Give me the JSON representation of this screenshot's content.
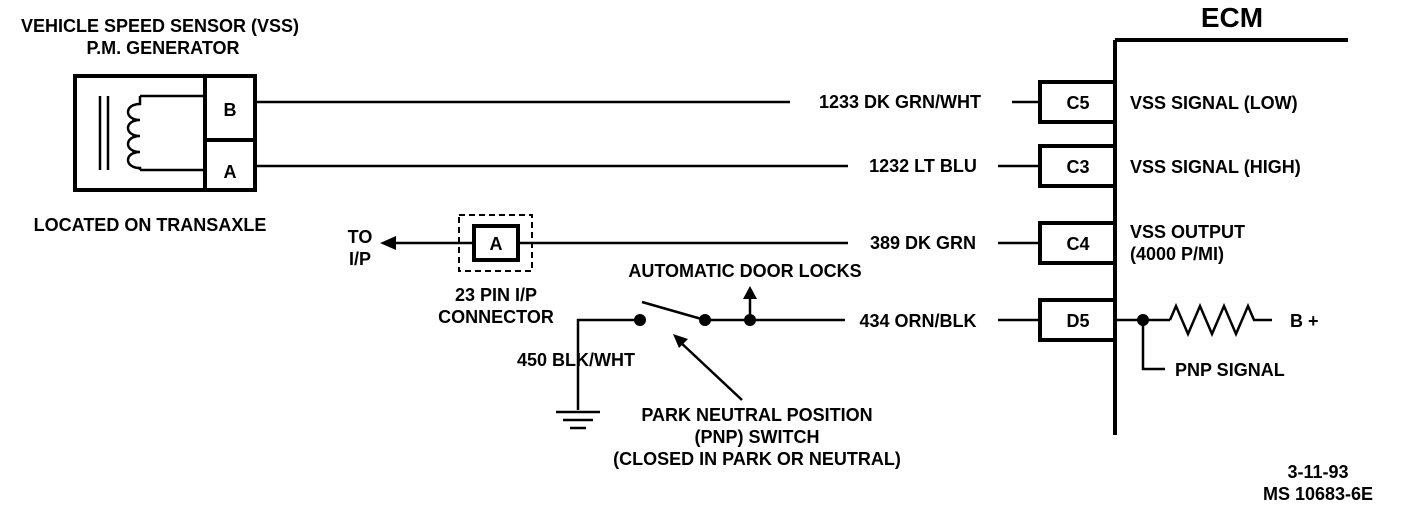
{
  "sensor": {
    "title_line1": "VEHICLE SPEED SENSOR (VSS)",
    "title_line2": "P.M. GENERATOR",
    "location": "LOCATED ON TRANSAXLE",
    "pin_b": "B",
    "pin_a": "A"
  },
  "ecm": {
    "title": "ECM",
    "pins": [
      {
        "id": "C5",
        "function": "VSS SIGNAL (LOW)"
      },
      {
        "id": "C3",
        "function": "VSS SIGNAL (HIGH)"
      },
      {
        "id": "C4",
        "function_line1": "VSS OUTPUT",
        "function_line2": "(4000 P/MI)"
      },
      {
        "id": "D5"
      }
    ],
    "pnp_signal": "PNP SIGNAL",
    "bplus": "B +"
  },
  "wires": {
    "w1233": "1233 DK GRN/WHT",
    "w1232": "1232 LT BLU",
    "w389": "389 DK GRN",
    "w434": "434 ORN/BLK",
    "w450": "450 BLK/WHT"
  },
  "ip_connector": {
    "pin": "A",
    "line1": "23 PIN I/P",
    "line2": "CONNECTOR",
    "to_line1": "TO",
    "to_line2": "I/P"
  },
  "door_locks": "AUTOMATIC DOOR LOCKS",
  "pnp_switch": {
    "line1": "PARK NEUTRAL POSITION",
    "line2": "(PNP) SWITCH",
    "line3": "(CLOSED IN PARK OR NEUTRAL)"
  },
  "footer": {
    "date": "3-11-93",
    "code": "MS 10683-6E"
  }
}
